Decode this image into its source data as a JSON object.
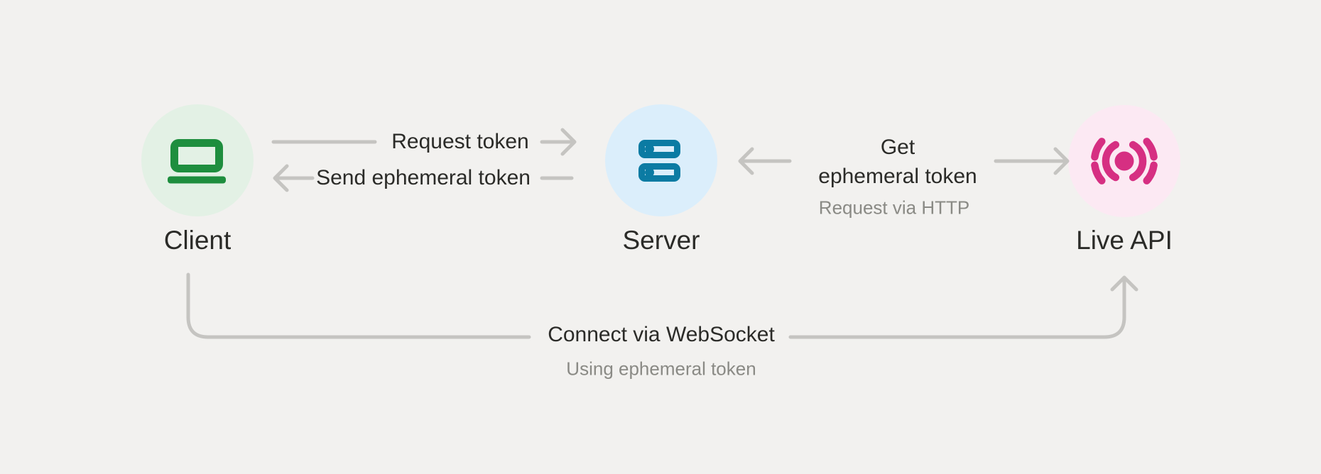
{
  "nodes": {
    "client": {
      "label": "Client",
      "icon": "laptop-icon"
    },
    "server": {
      "label": "Server",
      "icon": "server-icon"
    },
    "live_api": {
      "label": "Live API",
      "icon": "broadcast-icon"
    }
  },
  "edges": {
    "request_token": {
      "label": "Request token",
      "from": "client",
      "to": "server"
    },
    "send_ephemeral_token": {
      "label": "Send ephemeral token",
      "from": "server",
      "to": "client"
    },
    "get_ephemeral_token": {
      "label": "Get\nephemeral token",
      "sublabel": "Request via HTTP",
      "between": [
        "server",
        "live_api"
      ],
      "arrow_directions": [
        "into-server",
        "into-live-api"
      ]
    },
    "connect_via_websocket": {
      "label": "Connect via WebSocket",
      "sublabel": "Using ephemeral token",
      "from": "client",
      "to": "live_api"
    }
  },
  "colors": {
    "page_bg": "#f2f1ef",
    "line": "#c5c4c1",
    "text_dark": "#2b2b28",
    "text_gray": "#8a8a85",
    "client_icon": "#1e8e3e",
    "client_bg": "#e3f1e5",
    "server_icon": "#0b7ba3",
    "server_bg": "#dbeefb",
    "live_api_icon": "#d62f82",
    "live_api_bg": "#fce9f3"
  }
}
